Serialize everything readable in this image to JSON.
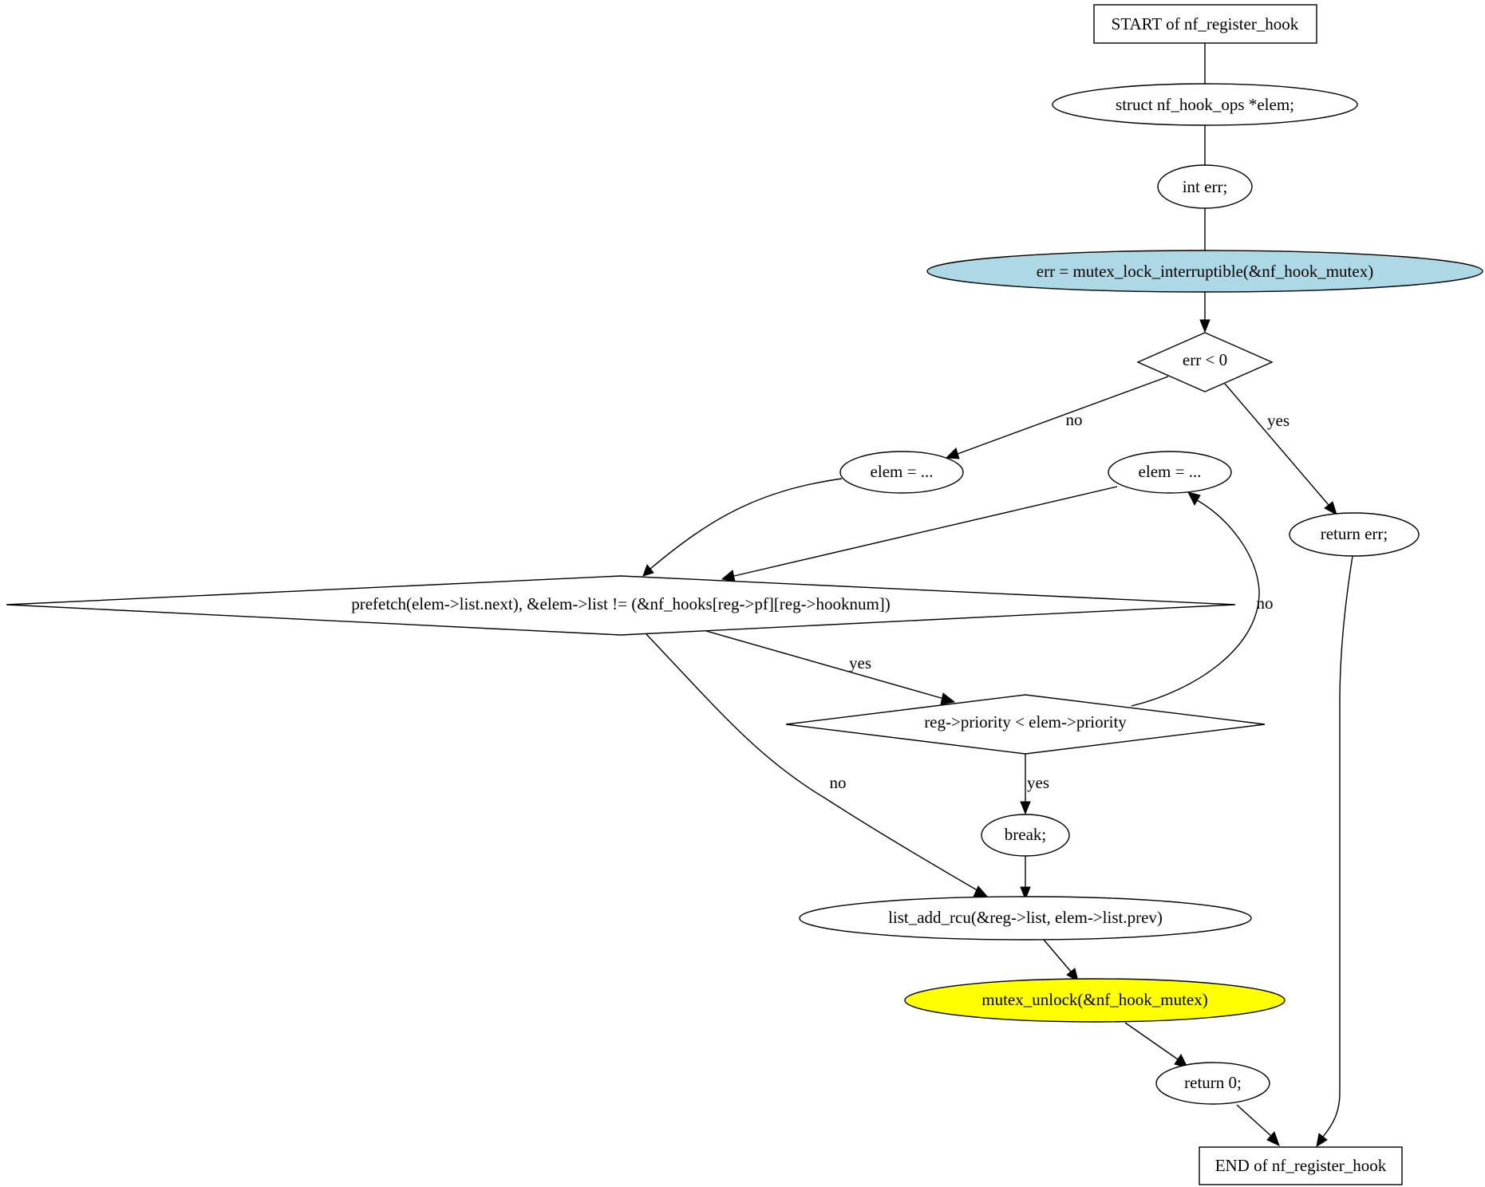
{
  "flowchart": {
    "function_name": "nf_register_hook",
    "colors": {
      "highlight_lock": "#add8e6",
      "highlight_unlock": "#ffff00",
      "default_fill": "#ffffff",
      "stroke": "#000000"
    },
    "nodes": {
      "start": "START of nf_register_hook",
      "decl_elem": "struct nf_hook_ops *elem;",
      "decl_err": "int err;",
      "lock": "err = mutex_lock_interruptible(&nf_hook_mutex)",
      "cond_err": "err < 0",
      "elem_init": "elem = ...",
      "elem_next": "elem = ...",
      "return_err": "return err;",
      "loop_cond": "prefetch(elem->list.next), &elem->list != (&nf_hooks[reg->pf][reg->hooknum])",
      "priority_cond": "reg->priority < elem->priority",
      "break_stmt": "break;",
      "list_add": "list_add_rcu(&reg->list, elem->list.prev)",
      "unlock": "mutex_unlock(&nf_hook_mutex)",
      "return_zero": "return 0;",
      "end": "END of nf_register_hook"
    },
    "edge_labels": {
      "err_no": "no",
      "err_yes": "yes",
      "loop_yes": "yes",
      "loop_no": "no",
      "priority_no": "no",
      "priority_yes": "yes"
    }
  }
}
